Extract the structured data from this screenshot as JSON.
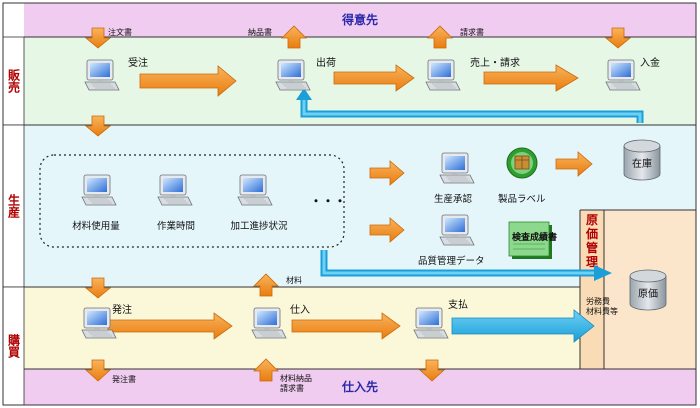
{
  "bands": {
    "top": "得意先",
    "bottom": "仕入先"
  },
  "lanes": {
    "sales": "販売",
    "production": "生産",
    "purchase": "購買",
    "cost": [
      "原",
      "価",
      "管",
      "理"
    ]
  },
  "docs": {
    "order_form": "注文書",
    "delivery_note": "納品書",
    "invoice": "請求書",
    "purchase_order": "発注書",
    "material_delivery": [
      "材料納品",
      "請求書"
    ],
    "material": "材料",
    "inspection_report": "検査成績書"
  },
  "sales_steps": {
    "order_received": "受注",
    "shipping": "出荷",
    "sales_billing": "売上・請求",
    "payment_received": "入金"
  },
  "production": {
    "material_usage": "材料使用量",
    "work_time": "作業時間",
    "progress": "加工進捗状況",
    "ellipsis": "・・・",
    "approval": "生産承認",
    "product_label": "製品ラベル",
    "quality_data": "品質管理データ"
  },
  "purchase_steps": {
    "ordering": "発注",
    "purchasing": "仕入",
    "payment": "支払"
  },
  "storage": {
    "inventory": "在庫",
    "cost": "原価"
  },
  "cost_inputs": {
    "labor": "労務費",
    "material": "材料費等"
  },
  "colors": {
    "top_band": "#f0ccf0",
    "sales_lane": "#e6f7e6",
    "production_lane": "#e5f6fb",
    "purchase_lane": "#fbf7d9",
    "cost_lane": "#fbe6cc",
    "arrow_orange": "#f28c1e",
    "arrow_blue": "#33b3e6",
    "lane_label": "#b00000",
    "band_label": "#2a2aa8"
  }
}
